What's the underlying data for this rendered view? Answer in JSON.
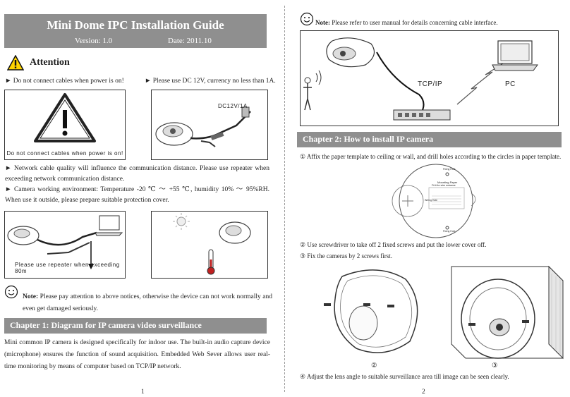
{
  "page1": {
    "header": {
      "title": "Mini Dome IPC Installation Guide",
      "version": "Version:  1.0",
      "date": "Date: 2011.10"
    },
    "attention": {
      "heading": "Attention",
      "warning_left": "► Do not connect cables when power is on!",
      "warning_right": "► Please use DC 12V, currency no less than 1A.",
      "img1_caption": "Do not connect cables when power is on!",
      "img2_label": "DC12V/1A",
      "paragraph1": "► Network cable quality will influence the communication distance. Please use repeater when exceeding network communication distance.",
      "paragraph2": "► Camera working environment: Temperature -20 ℃ ～ +55 ℃, humidity 10% ～ 95%RH. When use it outside, please prepare suitable protection cover.",
      "img3_caption": "Please use repeater when exceeding 80m",
      "note_label": "Note:",
      "note_text": " Please pay attention to above notices, otherwise the device can not work normally and even get damaged seriously."
    },
    "chapter1": {
      "title": "Chapter 1: Diagram for IP camera video surveillance",
      "body": "Mini common IP camera is designed specifically for indoor use. The built-in audio capture device (microphone) ensures the function of sound acquisition. Embedded Web Sever allows user real-time monitoring by means of computer based on TCP/IP network."
    },
    "page_number": "1"
  },
  "page2": {
    "note_label": "Note:",
    "note_text": " Please refer to user manual for details concerning cable interface.",
    "diagram": {
      "tcpip": "TCP/IP",
      "pc": "PC"
    },
    "chapter2": {
      "title": "Chapter 2: How to install IP camera",
      "step1": "①  Affix the paper template to ceiling or wall, and drill holes according to the circles in paper template.",
      "template_title": "Mounting Paper",
      "template_sub": "Fit it for wire entrance",
      "template_fixing1": "Fixing Hole",
      "template_fixing2": "Fixing Hole",
      "template_wire": "Wiring Hole",
      "step2": "②  Use screwdriver to take off 2 fixed screws and put the lower cover off.",
      "step3": "③  Fix the cameras by 2 screws first.",
      "fig2_label": "②",
      "fig3_label": "③",
      "step4": "④  Adjust the lens angle to suitable surveillance area till image can be seen clearly."
    },
    "page_number": "2"
  }
}
